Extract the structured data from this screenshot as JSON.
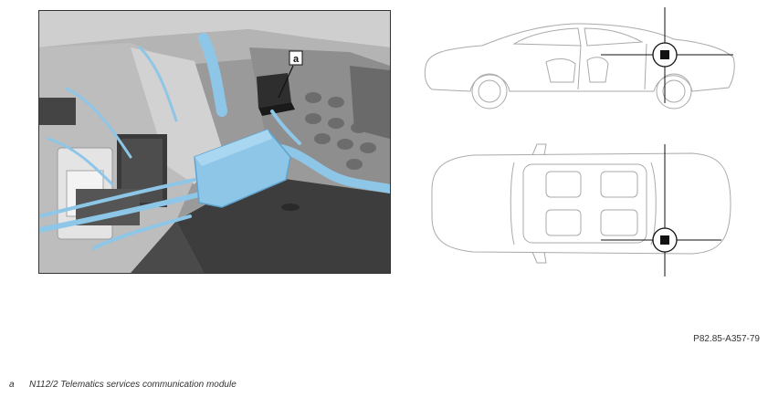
{
  "callout": {
    "key": "a"
  },
  "figure_code": "P82.85-A357-79",
  "legend": [
    {
      "key": "a",
      "text": "N112/2 Telematics services communication module"
    }
  ],
  "colors": {
    "harness": "#8ec6e8",
    "harness_dark": "#5fa3cf",
    "module_dark": "#2e2e2e",
    "locator_marker": "#111111"
  }
}
